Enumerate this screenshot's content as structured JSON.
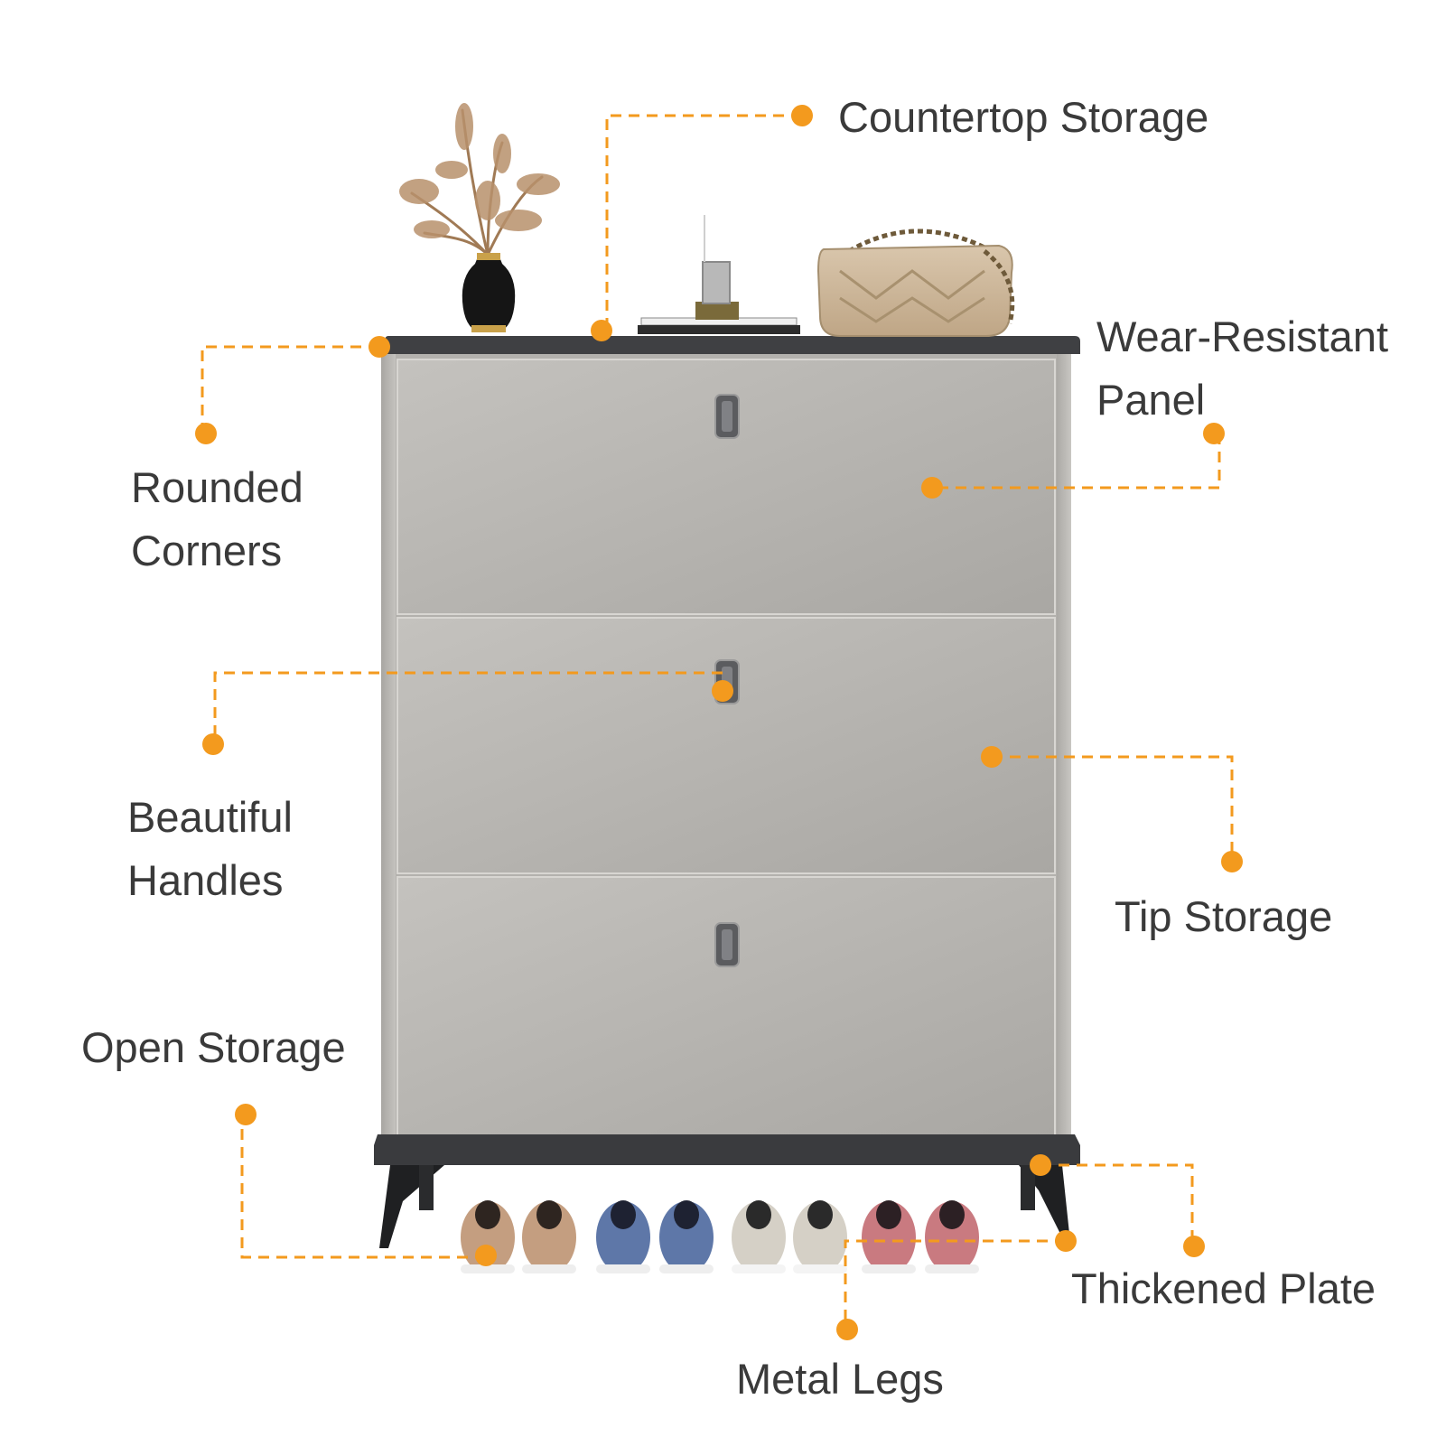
{
  "colors": {
    "accent": "#F39A1E",
    "cabinet_body": "#B9B7B3",
    "cabinet_top": "#3F4043",
    "label_text": "#3A3A3A"
  },
  "labels": {
    "countertop_storage": "Countertop Storage",
    "wear_resistant_panel_line1": "Wear-Resistant",
    "wear_resistant_panel_line2": "Panel",
    "rounded_corners_line1": "Rounded",
    "rounded_corners_line2": "Corners",
    "beautiful_handles_line1": "Beautiful",
    "beautiful_handles_line2": "Handles",
    "tip_storage": "Tip Storage",
    "open_storage": "Open Storage",
    "thickened_plate": "Thickened Plate",
    "metal_legs": "Metal Legs"
  }
}
